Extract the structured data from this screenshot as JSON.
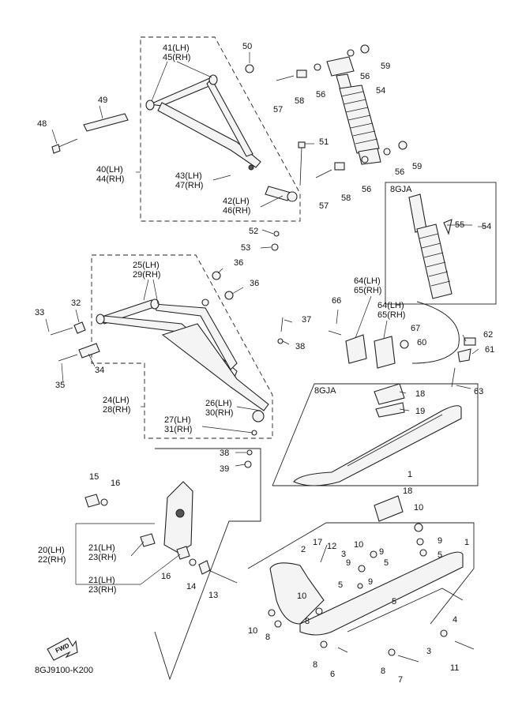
{
  "title_code": "8GJ9100-K200",
  "fwd_badge": "FWD",
  "box_tags": [
    "8GJA",
    "8GJA"
  ],
  "labels": [
    "41(LH)",
    "45(RH)",
    "50",
    "49",
    "48",
    "40(LH)",
    "44(RH)",
    "43(LH)",
    "47(RH)",
    "42(LH)",
    "46(RH)",
    "51",
    "52",
    "53",
    "59",
    "56",
    "57",
    "58",
    "56",
    "54",
    "56",
    "59",
    "57",
    "58",
    "56",
    "55",
    "54",
    "25(LH)",
    "29(RH)",
    "36",
    "36",
    "32",
    "33",
    "37",
    "38",
    "34",
    "35",
    "24(LH)",
    "28(RH)",
    "26(LH)",
    "30(RH)",
    "27(LH)",
    "31(RH)",
    "38",
    "39",
    "64(LH)",
    "65(RH)",
    "66",
    "64(LH)",
    "65(RH)",
    "67",
    "60",
    "62",
    "61",
    "63",
    "18",
    "19",
    "1",
    "15",
    "16",
    "20(LH)",
    "22(RH)",
    "21(LH)",
    "23(RH)",
    "21(LH)",
    "23(RH)",
    "16",
    "14",
    "13",
    "18",
    "10",
    "17",
    "12",
    "3",
    "9",
    "10",
    "9",
    "5",
    "9",
    "5",
    "1",
    "2",
    "5",
    "9",
    "5",
    "10",
    "8",
    "10",
    "8",
    "4",
    "3",
    "11",
    "8",
    "6",
    "8",
    "7"
  ]
}
